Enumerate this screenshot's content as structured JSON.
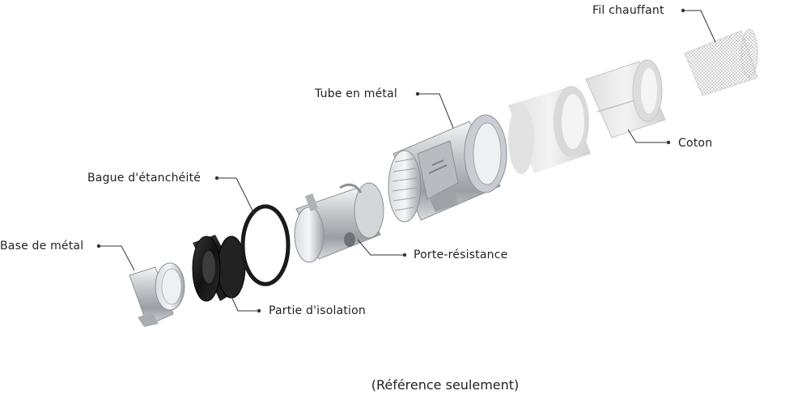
{
  "labels": {
    "fil_chauffant": "Fil chauffant",
    "tube_en_metal": "Tube en métal",
    "coton": "Coton",
    "bague_etancheite": "Bague d'étanchéité",
    "porte_resistance": "Porte-résistance",
    "base_de_metal": "Base de métal",
    "partie_isolation": "Partie d'isolation"
  },
  "caption": "(Référence seulement)",
  "colors": {
    "leader_line": "#333333",
    "metal": "#c9ccd0",
    "metal_dark": "#8e9297",
    "insulator": "#1b1b1b",
    "cotton": "#e9e9e9"
  }
}
